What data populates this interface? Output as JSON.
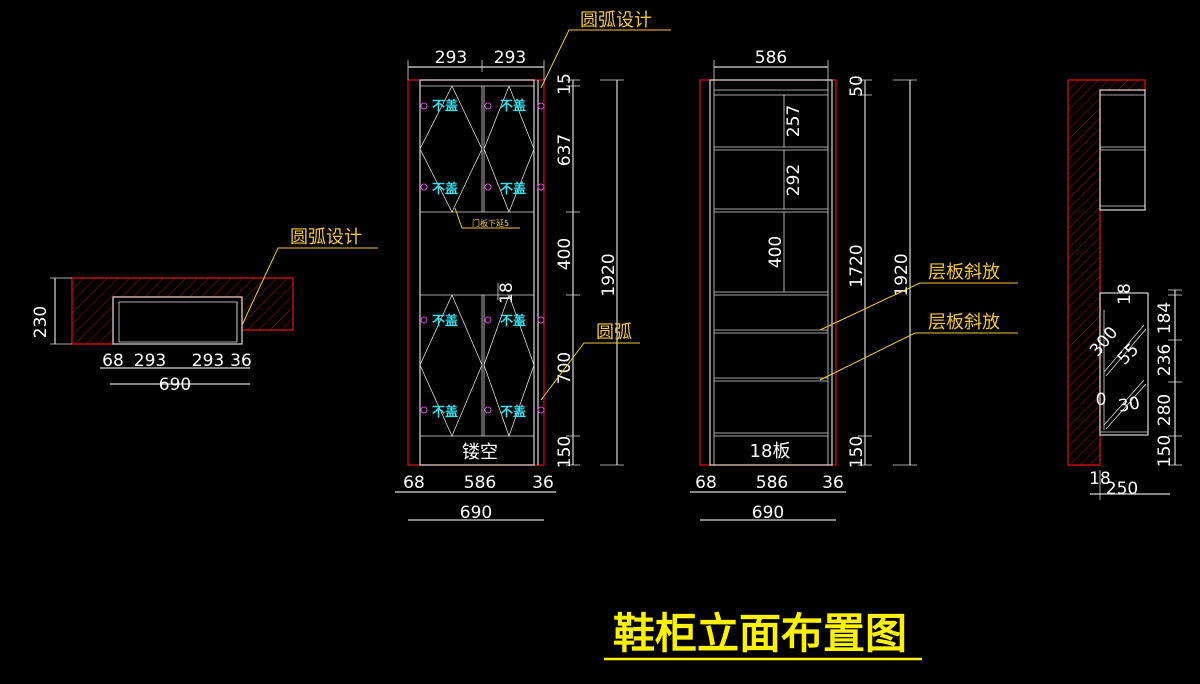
{
  "title": "鞋柜立面布置图",
  "colors": {
    "background": "#000000",
    "dimension": "#ffffff",
    "label": "#f2c53a",
    "tag": "#37e0f0",
    "outline": "#e01010",
    "title": "#fff200"
  },
  "plan_view": {
    "label": "圆弧设计",
    "height": "230",
    "segments": [
      "68",
      "293",
      "293",
      "36"
    ],
    "total": "690"
  },
  "front_view": {
    "label_top": "圆弧设计",
    "label_arc": "圆弧",
    "top_segments": [
      "293",
      "293"
    ],
    "door_tag": "不盖",
    "door_note": "门板下延5",
    "gap": "18",
    "bottom_text": "镂空",
    "right_dims": [
      "15",
      "637",
      "400",
      "700",
      "150"
    ],
    "total_height": "1920",
    "bottom_segments": [
      "68",
      "586",
      "36"
    ],
    "total_width": "690"
  },
  "inner_view": {
    "top_width": "586",
    "inner_dims": [
      "257",
      "292",
      "400"
    ],
    "right_dims": [
      "50",
      "1720",
      "150"
    ],
    "total_height": "1920",
    "shelf_labels": [
      "层板斜放",
      "层板斜放"
    ],
    "bottom_text": "18板",
    "bottom_segments": [
      "68",
      "586",
      "36"
    ],
    "total_width": "690"
  },
  "side_view": {
    "right_dims": [
      "18",
      "184",
      "236",
      "280",
      "150"
    ],
    "angle_dims": [
      "300",
      "55",
      "0",
      "30"
    ],
    "bottom_segments": [
      "18",
      "250"
    ]
  }
}
